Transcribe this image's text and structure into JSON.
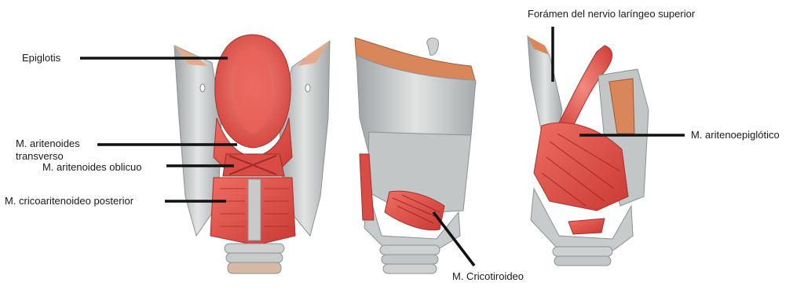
{
  "labels": {
    "epiglotis": "Epiglotis",
    "aritenoides_transverso_1": "M. aritenoides",
    "aritenoides_transverso_2": "transverso",
    "aritenoides_oblicuo": "M. aritenoides oblicuo",
    "cricoaritenoideo_posterior": "M. cricoaritenoideo posterior",
    "foramen": "Forámen del nervio laríngeo superior",
    "aritenoepiglotico": "M. aritenoepiglótico",
    "cricotiroideo": "M. Cricotiroideo"
  },
  "colors": {
    "muscle": "#e0544d",
    "muscle_dark": "#b8322e",
    "cartilage": "#b9bcbd",
    "cartilage_light": "#dcdedd",
    "bone_orange": "#d9875a",
    "line": "#111111"
  }
}
